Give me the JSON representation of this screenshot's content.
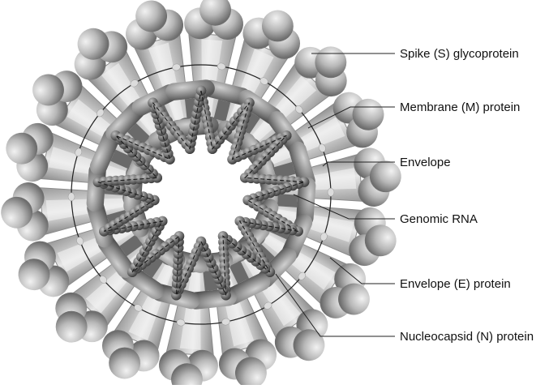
{
  "diagram": {
    "labels": {
      "spike": "Spike (S) glycoprotein",
      "membrane": "Membrane (M) protein",
      "envelope": "Envelope",
      "rna": "Genomic RNA",
      "envelope_e": "Envelope (E) protein",
      "nucleocapsid": "Nucleocapsid (N) protein"
    }
  }
}
